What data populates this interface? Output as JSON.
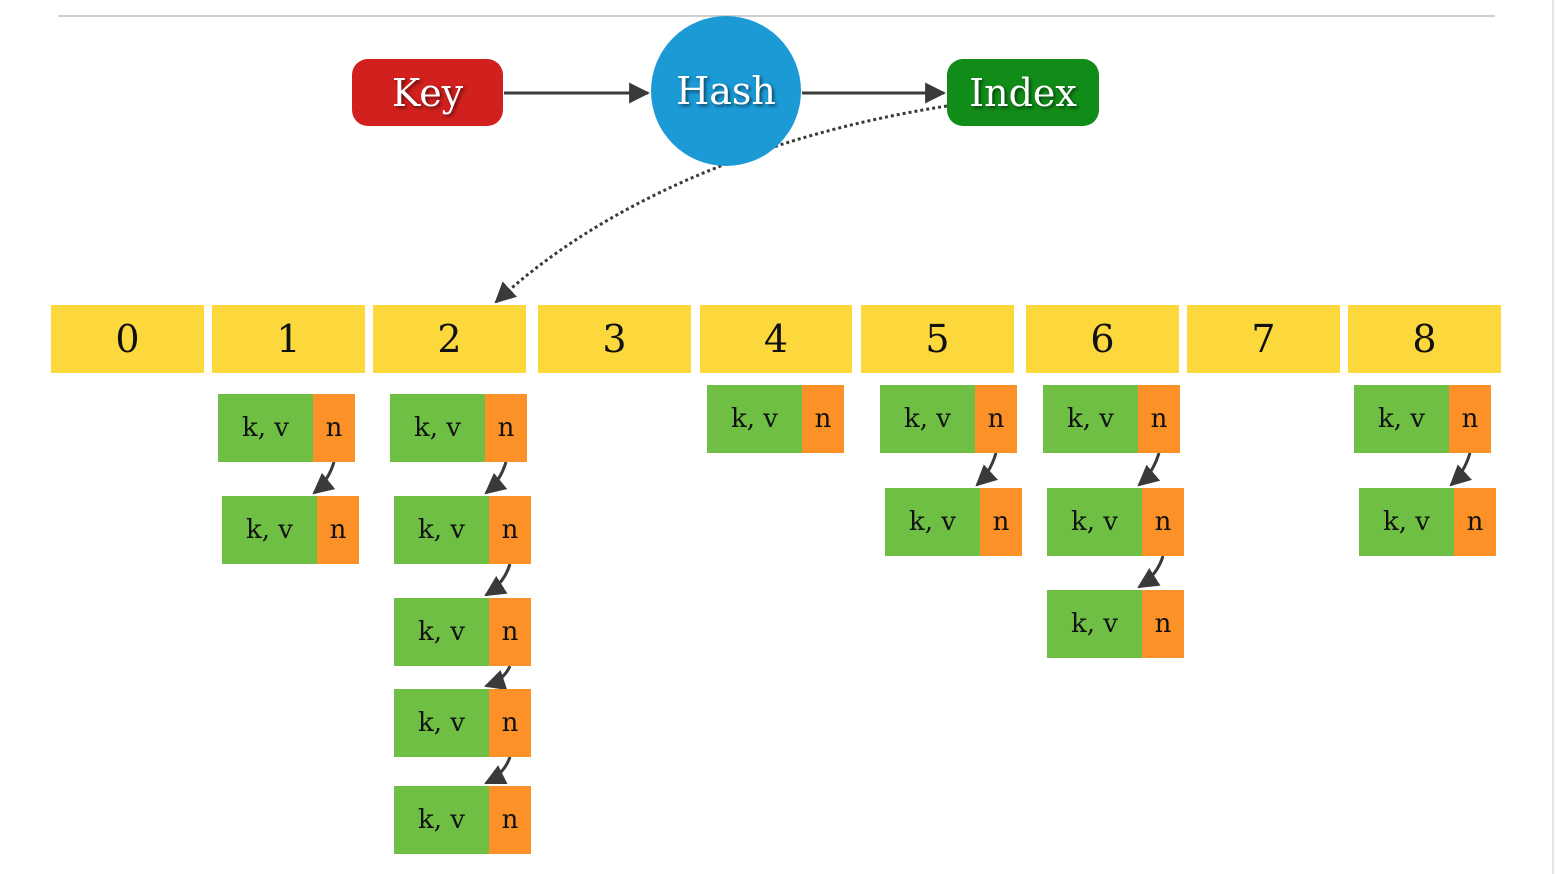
{
  "flow": {
    "key_label": "Key",
    "hash_label": "Hash",
    "index_label": "Index"
  },
  "buckets": [
    {
      "label": "0",
      "entries": []
    },
    {
      "label": "1",
      "entries": [
        {
          "kv": "k, v",
          "next": "n"
        },
        {
          "kv": "k, v",
          "next": "n"
        }
      ]
    },
    {
      "label": "2",
      "entries": [
        {
          "kv": "k, v",
          "next": "n"
        },
        {
          "kv": "k, v",
          "next": "n"
        },
        {
          "kv": "k, v",
          "next": "n"
        },
        {
          "kv": "k, v",
          "next": "n"
        },
        {
          "kv": "k, v",
          "next": "n"
        }
      ]
    },
    {
      "label": "3",
      "entries": []
    },
    {
      "label": "4",
      "entries": [
        {
          "kv": "k, v",
          "next": "n"
        }
      ]
    },
    {
      "label": "5",
      "entries": [
        {
          "kv": "k, v",
          "next": "n"
        },
        {
          "kv": "k, v",
          "next": "n"
        }
      ]
    },
    {
      "label": "6",
      "entries": [
        {
          "kv": "k, v",
          "next": "n"
        },
        {
          "kv": "k, v",
          "next": "n"
        },
        {
          "kv": "k, v",
          "next": "n"
        }
      ]
    },
    {
      "label": "7",
      "entries": []
    },
    {
      "label": "8",
      "entries": [
        {
          "kv": "k, v",
          "next": "n"
        },
        {
          "kv": "k, v",
          "next": "n"
        }
      ]
    }
  ],
  "colors": {
    "key": "#d1201d",
    "hash": "#1b9ad6",
    "index": "#118c18",
    "bucket": "#fdd83c",
    "entry_kv": "#6ebf44",
    "entry_next": "#fb9127",
    "arrow": "#3a3a3a"
  }
}
